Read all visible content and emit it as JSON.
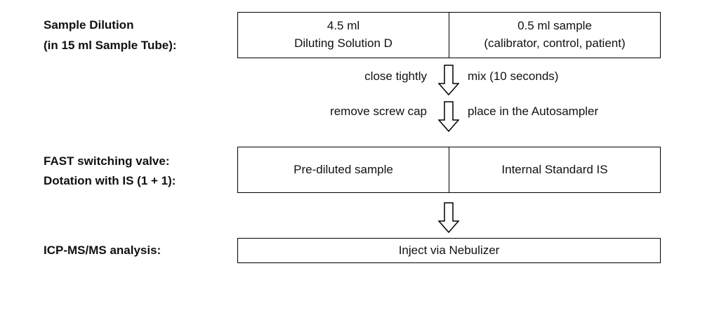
{
  "steps": {
    "sample_dilution": {
      "label_line1": "Sample Dilution",
      "label_line2": "(in 15 ml Sample Tube):",
      "left_line1": "4.5 ml",
      "left_line2": "Diluting Solution D",
      "right_line1": "0.5 ml sample",
      "right_line2": "(calibrator, control, patient)"
    },
    "transfer1": {
      "left": "close tightly",
      "right": "mix (10 seconds)"
    },
    "transfer2": {
      "left": "remove screw cap",
      "right": "place in the Autosampler"
    },
    "fast_valve": {
      "label_line1": "FAST switching valve:",
      "label_line2": "Dotation with IS (1 + 1):",
      "left": "Pre-diluted sample",
      "right": "Internal Standard IS"
    },
    "analysis": {
      "label": "ICP-MS/MS analysis:",
      "box": "Inject via Nebulizer"
    }
  }
}
